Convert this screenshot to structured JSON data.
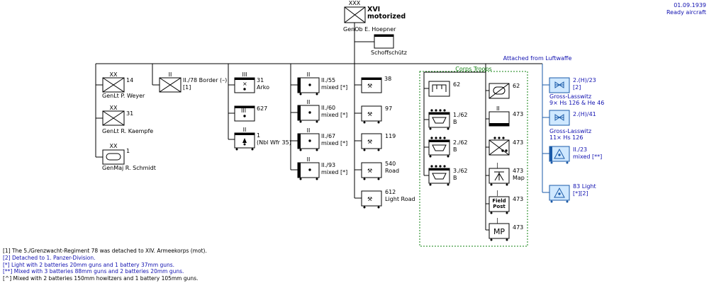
{
  "header": {
    "date": "01.09.1939",
    "status": "Ready aircraft"
  },
  "hq": {
    "echelon": "XXX",
    "title1": "XVI",
    "title2": "motorized",
    "commander": "GenOb  E. Hoepner"
  },
  "hq_sub": {
    "label": "Schoffschütz"
  },
  "divisions": [
    {
      "echelon": "XX",
      "number": "14",
      "commander": "GenLt  P. Weyer"
    },
    {
      "echelon": "XX",
      "number": "31",
      "commander": "GenLt  R. Kaempfe"
    },
    {
      "echelon": "XX",
      "number": "1",
      "commander": "GenMaj  R. Schmidt"
    }
  ],
  "border": {
    "echelon": "II",
    "label": "II./78 Border (–)",
    "note": "[1]"
  },
  "artillery": [
    {
      "echelon": "III",
      "label": "31",
      "sub": "Arko"
    },
    {
      "echelon": "",
      "label": "627",
      "sub": ""
    },
    {
      "echelon": "II",
      "label": "1",
      "sub": "(Nbl Wfr 35)"
    }
  ],
  "flak": [
    {
      "echelon": "II",
      "label": "II./55",
      "sub": "mixed [*]"
    },
    {
      "echelon": "II",
      "label": "II./60",
      "sub": "mixed [*]"
    },
    {
      "echelon": "II",
      "label": "II./67",
      "sub": "mixed [*]"
    },
    {
      "echelon": "II",
      "label": "II./93",
      "sub": "mixed [*]"
    }
  ],
  "engineers": [
    {
      "label": "38",
      "sub": ""
    },
    {
      "label": "97",
      "sub": ""
    },
    {
      "label": "119",
      "sub": ""
    },
    {
      "label": "540",
      "sub": "Road"
    },
    {
      "label": "612",
      "sub": "Light Road"
    }
  ],
  "corps_troops": {
    "title": "Corps Troops",
    "left": [
      {
        "label": "62",
        "sub": ""
      },
      {
        "label": "1./62",
        "sub": "B"
      },
      {
        "label": "2./62",
        "sub": "B"
      },
      {
        "label": "3./62",
        "sub": "B"
      }
    ],
    "right": [
      {
        "label": "62",
        "sub": "",
        "inner": ""
      },
      {
        "label": "473",
        "sub": "",
        "inner": ""
      },
      {
        "label": "473",
        "sub": "",
        "inner": ""
      },
      {
        "label": "473",
        "sub": "Map",
        "inner": ""
      },
      {
        "label": "473",
        "sub": "",
        "inner": "Field Post"
      },
      {
        "label": "473",
        "sub": "",
        "inner": "MP"
      }
    ]
  },
  "luftwaffe": {
    "title": "Attached from Luftwaffe",
    "units": [
      {
        "label": "2.(H)/23",
        "note": "[2]",
        "sub1": "Gross-Lasswitz",
        "sub2": "9×  Hs 126 & He 46"
      },
      {
        "label": "2.(H)/41",
        "note": "",
        "sub1": "Gross-Lasswitz",
        "sub2": "11×  Hs 126"
      },
      {
        "label": "II./23",
        "note": "",
        "sub1": "mixed [**]",
        "sub2": ""
      },
      {
        "label": "83 Light",
        "note": "",
        "sub1": "[*][2]",
        "sub2": ""
      }
    ]
  },
  "footnotes": [
    "[1] The 5./Grenzwacht-Regiment 78 was detached to XIV. Armeekorps (mot).",
    "[2] Detached to 1. Panzer-Division.",
    "[*] Light with 2 batteries 20mm guns and 1 battery 37mm guns.",
    "[**] Mixed with 3 batteries 88mm guns and 2 batteries 20mm guns.",
    "[^] Mixed with 2 batteries 150mm howitzers and 1 battery 105mm guns."
  ],
  "colors": {
    "text": "#000000",
    "blue": "#1010b0",
    "green": "#108010",
    "luft_fill": "#cfe8ff"
  }
}
